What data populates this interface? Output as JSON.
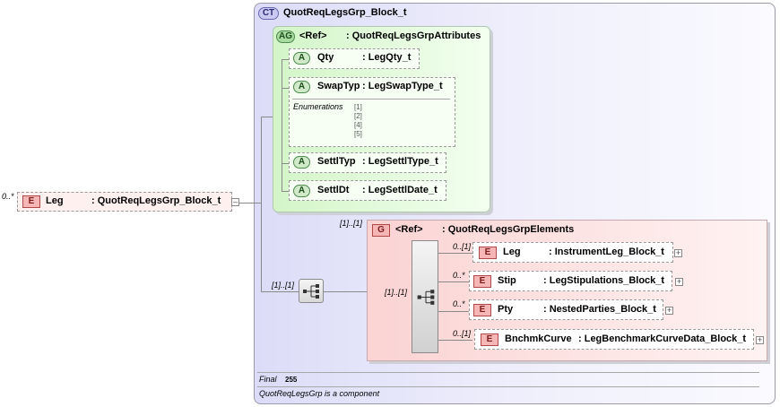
{
  "complex_type": {
    "badge": "CT",
    "name": "QuotReqLegsGrp_Block_t"
  },
  "root_element": {
    "badge": "E",
    "multiplicity": "0..*",
    "name": "Leg",
    "type": ": QuotReqLegsGrp_Block_t"
  },
  "attribute_group": {
    "badge": "AG",
    "ref": "<Ref>",
    "name": ": QuotReqLegsGrpAttributes",
    "attributes": [
      {
        "badge": "A",
        "name": "Qty",
        "type": ": LegQty_t"
      },
      {
        "badge": "A",
        "name": "SwapTyp",
        "type": ": LegSwapType_t",
        "enumerations_label": "Enumerations",
        "enumerations": [
          "[1]",
          "[2]",
          "[4]",
          "[5]"
        ]
      },
      {
        "badge": "A",
        "name": "SettlTyp",
        "type": ": LegSettlType_t"
      },
      {
        "badge": "A",
        "name": "SettlDt",
        "type": ": LegSettlDate_t"
      }
    ]
  },
  "sequence": {
    "multiplicity": "[1]..[1]"
  },
  "group": {
    "badge": "G",
    "multiplicity": "[1]..[1]",
    "ref": "<Ref>",
    "name": ": QuotReqLegsGrpElements",
    "inner_multiplicity": "[1]..[1]",
    "elements": [
      {
        "badge": "E",
        "multiplicity": "0..[1]",
        "name": "Leg",
        "type": ": InstrumentLeg_Block_t"
      },
      {
        "badge": "E",
        "multiplicity": "0..*",
        "name": "Stip",
        "type": ": LegStipulations_Block_t"
      },
      {
        "badge": "E",
        "multiplicity": "0..*",
        "name": "Pty",
        "type": ": NestedParties_Block_t"
      },
      {
        "badge": "E",
        "multiplicity": "0..[1]",
        "name": "BnchmkCurve",
        "type": ": LegBenchmarkCurveData_Block_t"
      }
    ]
  },
  "footer": {
    "final_label": "Final",
    "final_value": "255",
    "note": "QuotReqLegsGrp is a component"
  },
  "colors": {
    "ct_bg": "#e6e6fb",
    "ag_bg": "#e4fbdc",
    "group_bg": "#fde3e3",
    "line": "#8a8a8a"
  }
}
